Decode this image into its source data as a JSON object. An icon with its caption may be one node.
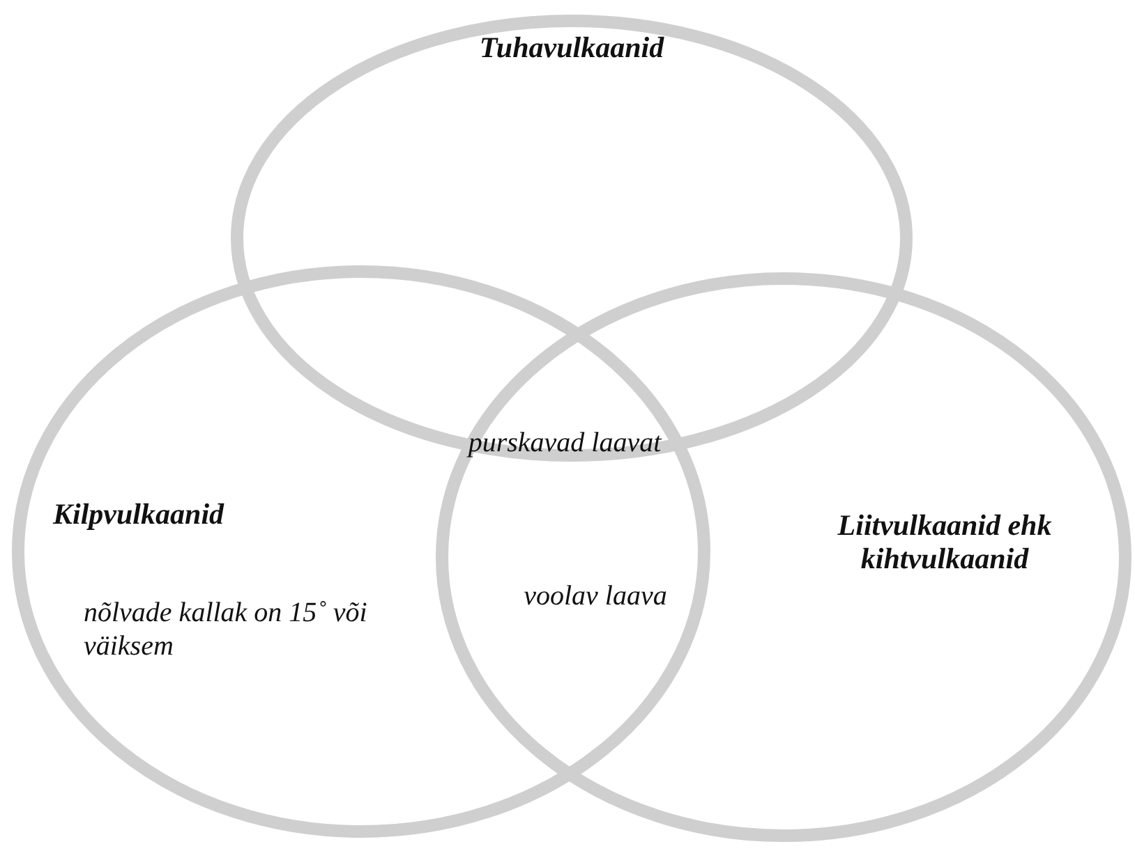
{
  "diagram": {
    "nodes": [
      {
        "text": [
          "Tuhavulkaanid"
        ]
      },
      {
        "text": [
          "Kilpvulkaanid",
          "nõlvade kallak on 15˚ või väiksem"
        ]
      },
      {
        "text": [
          "Liitvulkaanid ehk kihtvulkaanid"
        ]
      }
    ],
    "labels": [
      "purskavad laavat",
      "voolav laava"
    ]
  }
}
